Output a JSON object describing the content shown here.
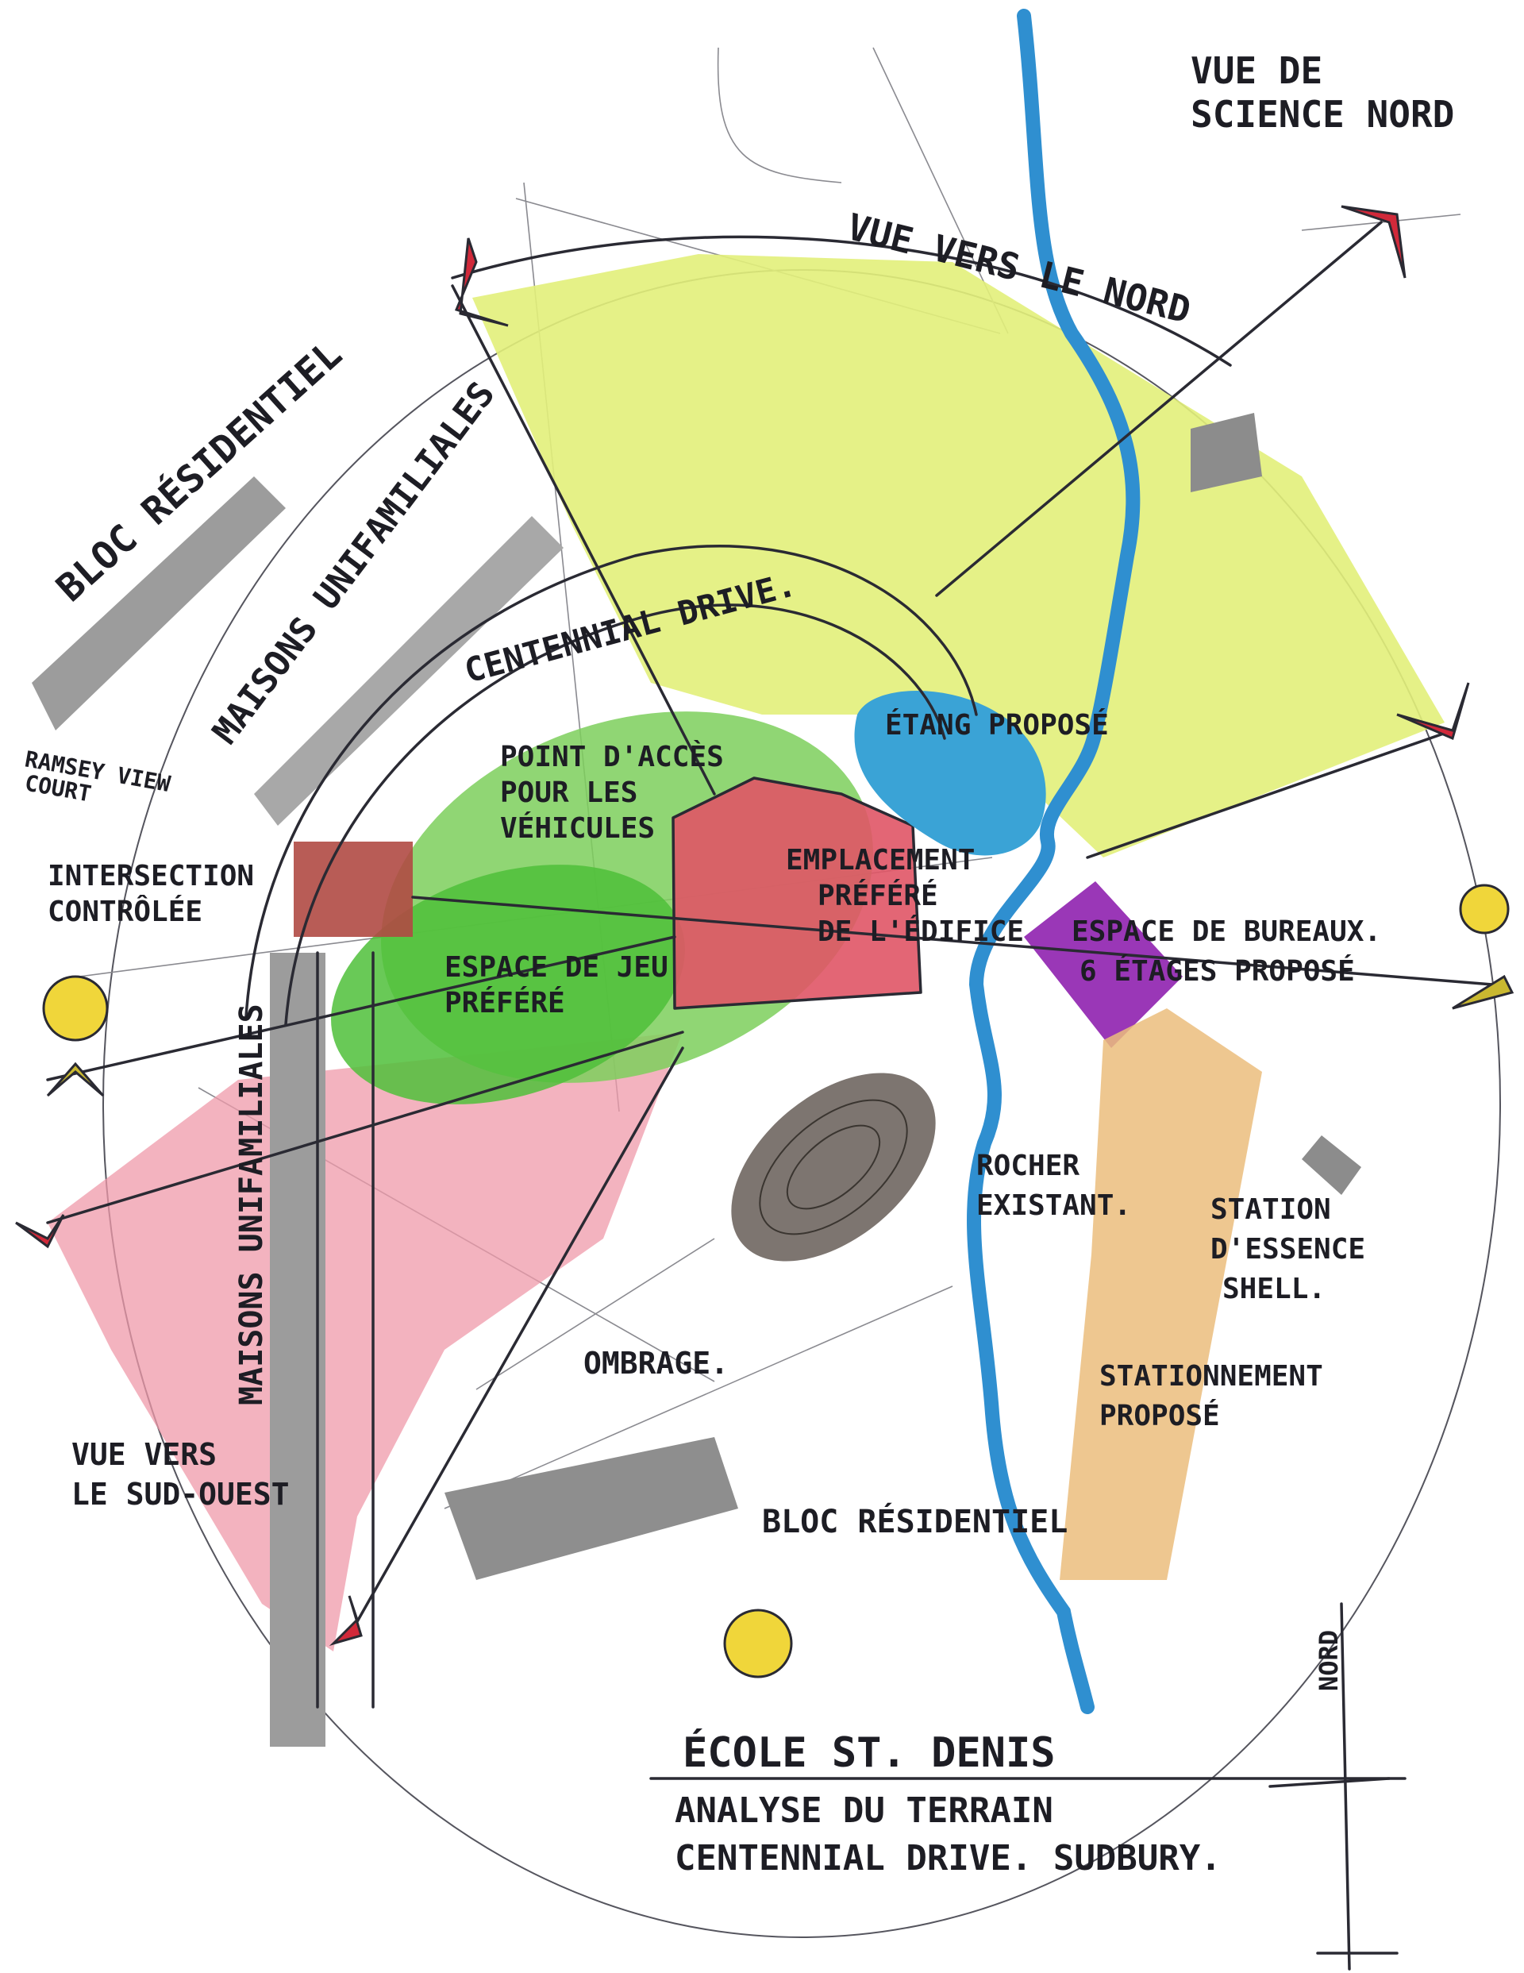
{
  "labels": {
    "vue_science_nord_1": "VUE DE",
    "vue_science_nord_2": "SCIENCE NORD",
    "vue_vers_nord": "VUE VERS LE NORD",
    "bloc_residentiel_top": "BLOC RÉSIDENTIEL",
    "maisons_unifamiliales_top": "MAISONS UNIFAMILIALES",
    "centennial_drive": "CENTENNIAL DRIVE.",
    "etang_propose": "ÉTANG PROPOSÉ",
    "point_acces_1": "POINT D'ACCÈS",
    "point_acces_2": "POUR LES",
    "point_acces_3": "VÉHICULES",
    "ramsey_view_1": "RAMSEY VIEW",
    "ramsey_view_2": "COURT",
    "intersection_1": "INTERSECTION",
    "intersection_2": "CONTRÔLÉE",
    "emplacement_1": "EMPLACEMENT",
    "emplacement_2": "PRÉFÉRÉ",
    "emplacement_3": "DE L'ÉDIFICE",
    "espace_bureaux_1": "ESPACE DE BUREAUX.",
    "espace_bureaux_2": "6 ÉTAGES PROPOSÉ",
    "espace_jeu_1": "ESPACE DE JEU",
    "espace_jeu_2": "PRÉFÉRÉ",
    "rocher_1": "ROCHER",
    "rocher_2": "EXISTANT.",
    "station_1": "STATION",
    "station_2": "D'ESSENCE",
    "station_3": "SHELL.",
    "maisons_unifamiliales_left": "MAISONS UNIFAMILIALES",
    "ombrage": "OMBRAGE.",
    "stationnement_1": "STATIONNEMENT",
    "stationnement_2": "PROPOSÉ",
    "vue_sud_ouest_1": "VUE VERS",
    "vue_sud_ouest_2": "LE SUD-OUEST",
    "bloc_residentiel_bottom": "BLOC RÉSIDENTIEL",
    "nord": "NORD",
    "title_1": "ÉCOLE ST. DENIS",
    "title_2": "ANALYSE DU TERRAIN",
    "title_3": "CENTENNIAL DRIVE. SUDBURY."
  },
  "colors": {
    "yellow_green": "#e2ef7a",
    "green": "#7ccf5c",
    "pink": "#ef9aa9",
    "red": "#e06b70",
    "blue_pond": "#3aa3d6",
    "river": "#2f8fd0",
    "purple": "#9a37b7",
    "orange": "#ebbd7d",
    "gray": "#9c9c9c",
    "sun": "#f0d63a",
    "rock": "#7d7570",
    "marker": "#d1293a"
  }
}
